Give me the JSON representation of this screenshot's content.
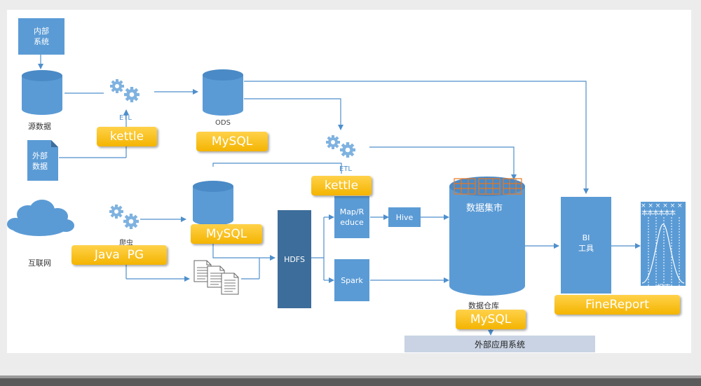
{
  "nodes": {
    "internal_system": "内部\n系统",
    "source_data": "源数据",
    "external_data": "外部\n数据",
    "internet": "互联网",
    "ods": "ODS",
    "etl_1": "ETL",
    "etl_2": "ETL",
    "crawl": "爬虫",
    "hdfs": "HDFS",
    "mapreduce": "Map/R\neduce",
    "spark": "Spark",
    "hive": "Hive",
    "data_mart": "数据集市",
    "data_warehouse": "数据仓库",
    "bi_tool": "BI\n工具",
    "report": "报表",
    "external_app": "外部应用系统"
  },
  "tags": {
    "kettle_1": "kettle",
    "mysql_ods": "MySQL",
    "kettle_2": "kettle",
    "mysql_2": "MySQL",
    "java_pg": "Java  PG",
    "mysql_dw": "MySQL",
    "finereport": "FineReport"
  },
  "report_header_glyphs": "本本本本本本",
  "colors": {
    "node_blue": "#5b9bd5",
    "node_dark": "#3d6d9a",
    "tag_yellow": "#f4b400",
    "mart_orange": "#e87722",
    "ext_bar": "#c9d3e3"
  }
}
